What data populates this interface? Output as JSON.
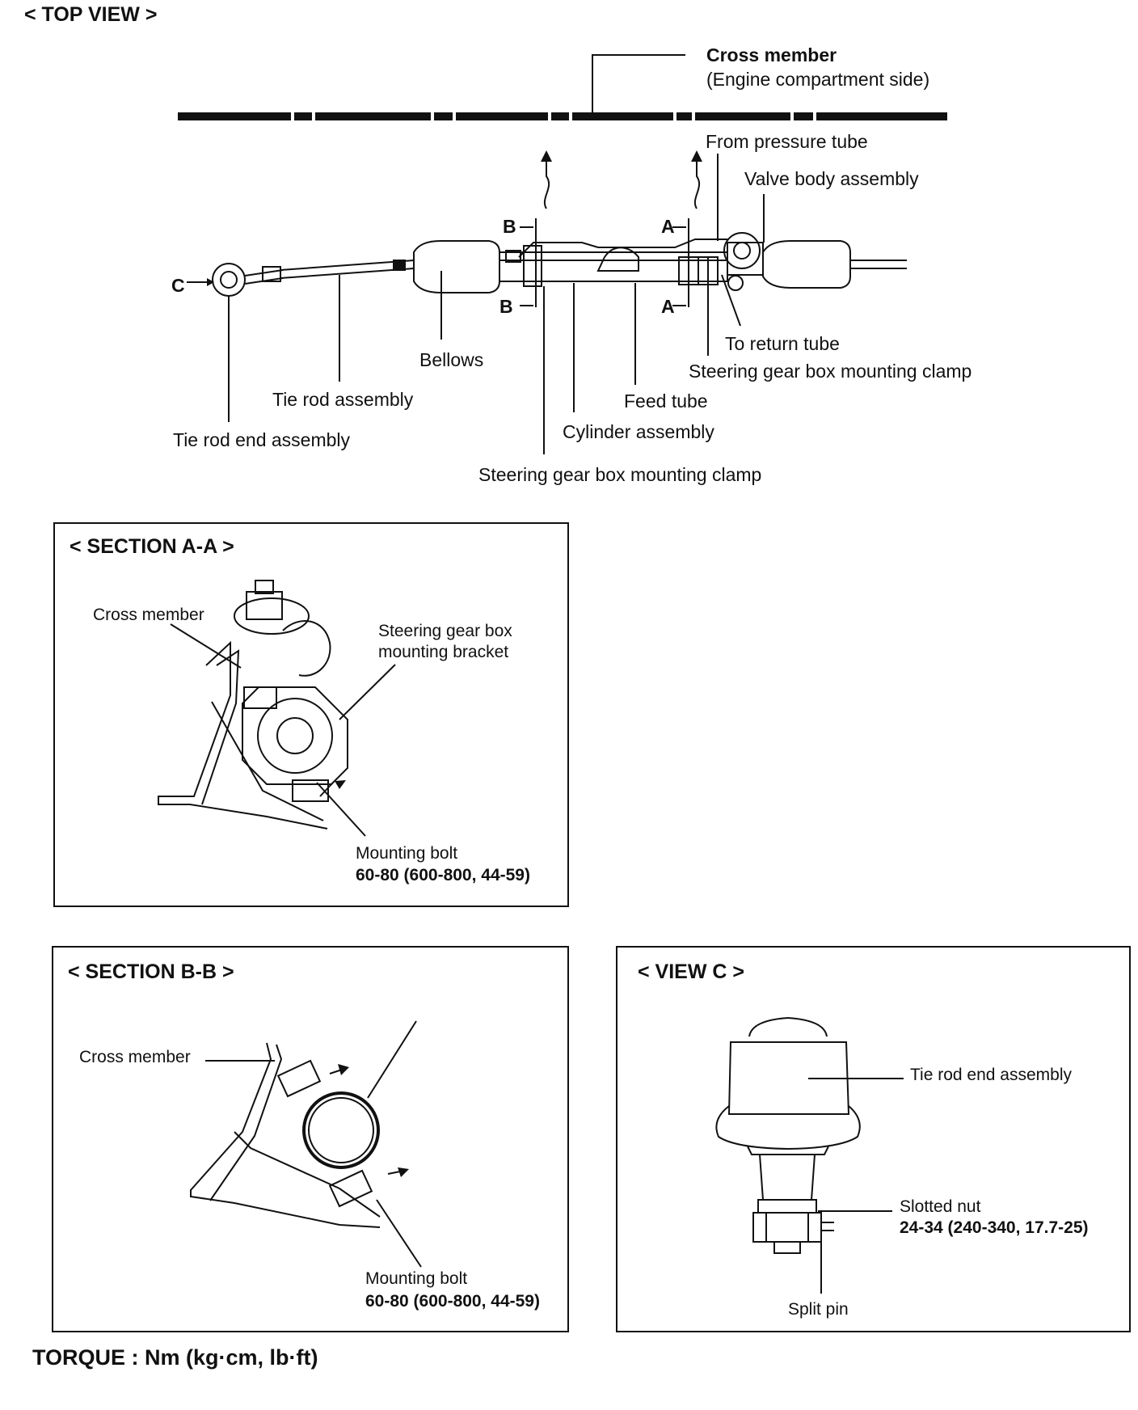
{
  "top_view": {
    "title": "< TOP VIEW >",
    "cross_member": "Cross member",
    "cross_member_sub": "(Engine compartment side)",
    "from_pressure_tube": "From pressure tube",
    "valve_body": "Valve body assembly",
    "marker_b": "B",
    "marker_a": "A",
    "marker_c": "C",
    "to_return_tube": "To return tube",
    "clamp_right": "Steering gear box mounting clamp",
    "bellows": "Bellows",
    "tie_rod": "Tie rod assembly",
    "feed_tube": "Feed tube",
    "tie_rod_end": "Tie rod end assembly",
    "cylinder": "Cylinder assembly",
    "clamp_left": "Steering gear box mounting clamp"
  },
  "section_aa": {
    "title": "< SECTION A-A >",
    "cross_member": "Cross member",
    "bracket_line1": "Steering gear box",
    "bracket_line2": "mounting bracket",
    "bolt": "Mounting bolt",
    "torque": "60-80 (600-800, 44-59)"
  },
  "section_bb": {
    "title": "< SECTION B-B >",
    "cross_member": "Cross member",
    "bolt": "Mounting bolt",
    "torque": "60-80 (600-800, 44-59)"
  },
  "view_c": {
    "title": "< VIEW C >",
    "tie_rod_end": "Tie rod end assembly",
    "slotted_nut": "Slotted nut",
    "torque": "24-34 (240-340, 17.7-25)",
    "split_pin": "Split pin"
  },
  "footer": {
    "torque_unit": "TORQUE : Nm (kg·cm, lb·ft)"
  }
}
